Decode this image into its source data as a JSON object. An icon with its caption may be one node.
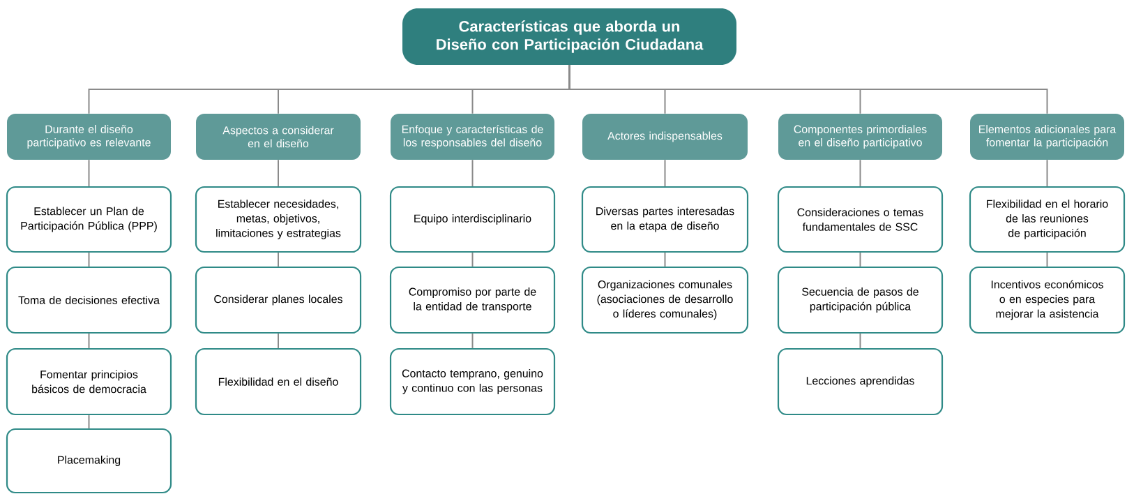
{
  "diagram": {
    "nodes": [
      {
        "text": [
          "Características que aborda un Diseño con Participación Ciudadana"
        ]
      },
      {
        "text": [
          "Durante el diseño participativo es relevante"
        ]
      },
      {
        "text": [
          "Aspectos a considerar en el diseño"
        ]
      },
      {
        "text": [
          "Enfoque y características de los responsables del diseño"
        ]
      },
      {
        "text": [
          "Actores indispensables"
        ]
      },
      {
        "text": [
          "Componentes primordiales en el diseño participativo"
        ]
      },
      {
        "text": [
          "Elementos adicionales para fomentar la participación"
        ]
      },
      {
        "text": [
          "Establecer un Plan de Participación Pública (PPP)"
        ]
      },
      {
        "text": [
          "Toma de decisiones efectiva"
        ]
      },
      {
        "text": [
          "Fomentar principios básicos de democracia"
        ]
      },
      {
        "text": [
          "Placemaking"
        ]
      },
      {
        "text": [
          "Establecer necesidades, metas, objetivos, limitaciones y estrategias"
        ]
      },
      {
        "text": [
          "Considerar planes locales"
        ]
      },
      {
        "text": [
          "Flexibilidad en el diseño"
        ]
      },
      {
        "text": [
          "Equipo interdisciplinario"
        ]
      },
      {
        "text": [
          "Compromiso por parte de la entidad de transporte"
        ]
      },
      {
        "text": [
          "Contacto temprano, genuino y continuo con las personas"
        ]
      },
      {
        "text": [
          "Diversas partes interesadas en la etapa de diseño"
        ]
      },
      {
        "text": [
          "Organizaciones comunales (asociaciones de desarrollo o líderes comunales)"
        ]
      },
      {
        "text": [
          "Consideraciones o temas fundamentales de SSC"
        ]
      },
      {
        "text": [
          "Secuencia de pasos de participación pública"
        ]
      },
      {
        "text": [
          "Lecciones aprendidas"
        ]
      },
      {
        "text": [
          "Flexibilidad en el horario de las reuniones de participación"
        ]
      },
      {
        "text": [
          "Incentivos económicos o en especies para mejorar la asistencia"
        ]
      }
    ],
    "edges": [
      {
        "from": 0,
        "to": 1,
        "arrow": "none"
      },
      {
        "from": 0,
        "to": 2,
        "arrow": "none"
      },
      {
        "from": 0,
        "to": 3,
        "arrow": "none"
      },
      {
        "from": 0,
        "to": 4,
        "arrow": "none"
      },
      {
        "from": 0,
        "to": 5,
        "arrow": "none"
      },
      {
        "from": 0,
        "to": 6,
        "arrow": "none"
      },
      {
        "from": 1,
        "to": 7,
        "arrow": "none"
      },
      {
        "from": 7,
        "to": 8,
        "arrow": "none"
      },
      {
        "from": 8,
        "to": 9,
        "arrow": "none"
      },
      {
        "from": 9,
        "to": 10,
        "arrow": "none"
      },
      {
        "from": 2,
        "to": 11,
        "arrow": "none"
      },
      {
        "from": 11,
        "to": 12,
        "arrow": "none"
      },
      {
        "from": 12,
        "to": 13,
        "arrow": "none"
      },
      {
        "from": 3,
        "to": 14,
        "arrow": "none"
      },
      {
        "from": 14,
        "to": 15,
        "arrow": "none"
      },
      {
        "from": 15,
        "to": 16,
        "arrow": "none"
      },
      {
        "from": 4,
        "to": 17,
        "arrow": "none"
      },
      {
        "from": 17,
        "to": 18,
        "arrow": "none"
      },
      {
        "from": 5,
        "to": 19,
        "arrow": "none"
      },
      {
        "from": 19,
        "to": 20,
        "arrow": "none"
      },
      {
        "from": 20,
        "to": 21,
        "arrow": "none"
      },
      {
        "from": 6,
        "to": 22,
        "arrow": "none"
      },
      {
        "from": 22,
        "to": 23,
        "arrow": "none"
      }
    ]
  }
}
